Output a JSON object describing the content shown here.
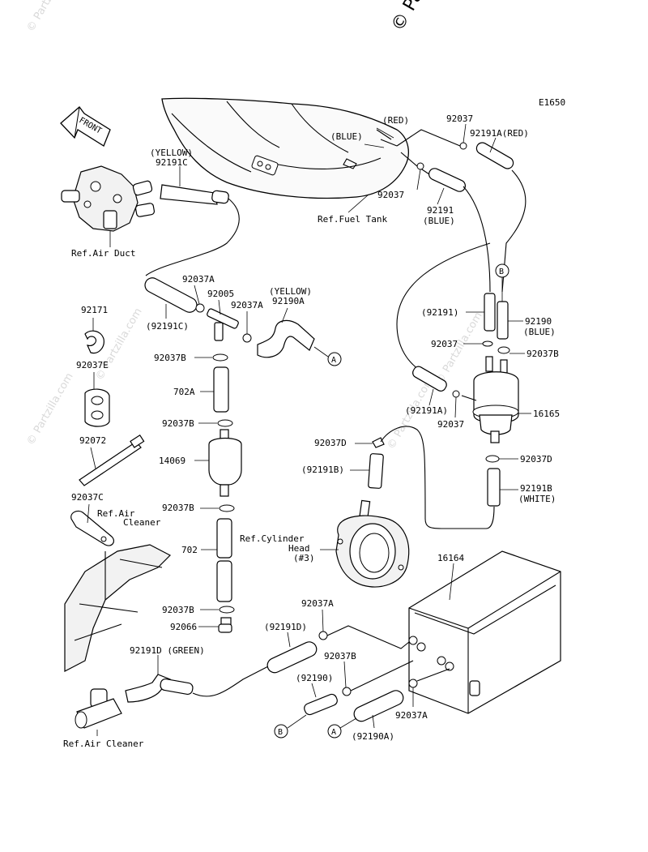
{
  "header": {
    "copyright": "© Partzilla.com",
    "diagram_code": "E1650",
    "front_label": "FRONT"
  },
  "watermarks": [
    "© Partzilla.com",
    "© Partzilla.com",
    "© Partzilla.com",
    "© Partzilla.com",
    "© Partzilla.com"
  ],
  "labels": {
    "yellow_1": "(YELLOW)",
    "p92191C": "92191C",
    "ref_air_duct": "Ref.Air Duct",
    "red": "(RED)",
    "blue_1": "(BLUE)",
    "p92037_top": "92037",
    "p92191A_red": "92191A(RED)",
    "p92037_mid": "92037",
    "p92191": "92191",
    "blue_2": "(BLUE)",
    "ref_fuel_tank": "Ref.Fuel Tank",
    "p92037A_1": "92037A",
    "p92005": "92005",
    "yellow_2": "(YELLOW)",
    "p92037A_2": "92037A",
    "p92190A": "92190A",
    "p92191C_paren": "(92191C)",
    "p92171": "92171",
    "p92037E": "92037E",
    "p92037B_1": "92037B",
    "p702A": "702A",
    "p92037B_2": "92037B",
    "p92072": "92072",
    "p14069": "14069",
    "p92037C": "92037C",
    "ref_air_cleaner_1a": "Ref.Air",
    "ref_air_cleaner_1b": "Cleaner",
    "p92037B_3": "92037B",
    "p702": "702",
    "p92037B_4": "92037B",
    "p92066": "92066",
    "p92191D_green": "92191D (GREEN)",
    "ref_air_cleaner_2": "Ref.Air Cleaner",
    "p92191_paren": "(92191)",
    "p92190": "92190",
    "blue_3": "(BLUE)",
    "p92037_r1": "92037",
    "p92037B_r": "92037B",
    "p92191A_paren": "(92191A)",
    "p92037_r2": "92037",
    "p16165": "16165",
    "p92037D_1": "92037D",
    "p92191B_paren": "(92191B)",
    "p92037D_2": "92037D",
    "p92191B": "92191B",
    "white": "(WHITE)",
    "ref_cyl_head_a": "Ref.Cylinder",
    "ref_cyl_head_b": "Head",
    "ref_cyl_head_c": "(#3)",
    "p16164": "16164",
    "p92037A_3": "92037A",
    "p92191D_paren": "(92191D)",
    "p92037B_5": "92037B",
    "p92190_paren": "(92190)",
    "p92037A_4": "92037A",
    "p92190A_paren": "(92190A)"
  },
  "callouts": {
    "A1": "A",
    "A2": "A",
    "B1": "B",
    "B2": "B"
  }
}
